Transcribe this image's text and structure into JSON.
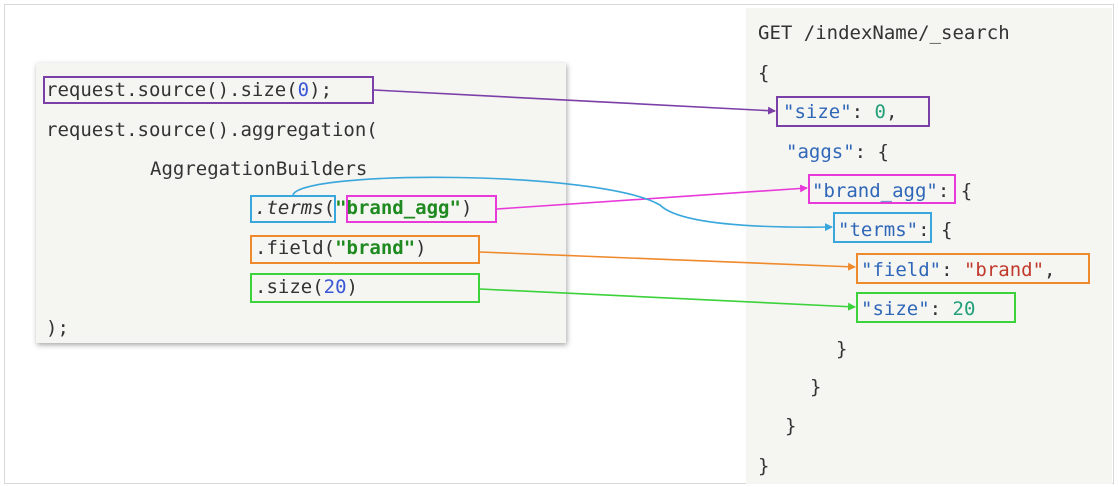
{
  "java": {
    "line1": {
      "prefix": "request.source().size(",
      "value": "0",
      "suffix": ");"
    },
    "line2": "request.source().aggregation(",
    "line3": "AggregationBuilders",
    "line4": {
      "method": ".terms",
      "open": "(",
      "arg": "\"brand_agg\"",
      "close": ")"
    },
    "line5": {
      "prefix": ".field(",
      "arg": "\"brand\"",
      "suffix": ")"
    },
    "line6": {
      "prefix": ".size(",
      "value": "20",
      "suffix": ")"
    },
    "line7": ");"
  },
  "json": {
    "request_line": "GET /indexName/_search",
    "open_brace": "{",
    "size": {
      "key": "\"size\"",
      "colon": ": ",
      "value": "0",
      "comma": ","
    },
    "aggs": {
      "key": "\"aggs\"",
      "suffix": ": {"
    },
    "brand_agg": {
      "key": "\"brand_agg\"",
      "suffix": ": {"
    },
    "terms": {
      "key": "\"terms\"",
      "suffix": ": {"
    },
    "field": {
      "key": "\"field\"",
      "colon": ": ",
      "value": "\"brand\"",
      "comma": ","
    },
    "inner_size": {
      "key": "\"size\"",
      "colon": ": ",
      "value": "20"
    },
    "close1": "}",
    "close2": "}",
    "close3": "}",
    "close4": "}"
  },
  "colors": {
    "purple": "#7b3fa8",
    "magenta": "#e83ad9",
    "blue": "#3aa7dc",
    "orange": "#ef8a2c",
    "green": "#3bd23b"
  }
}
